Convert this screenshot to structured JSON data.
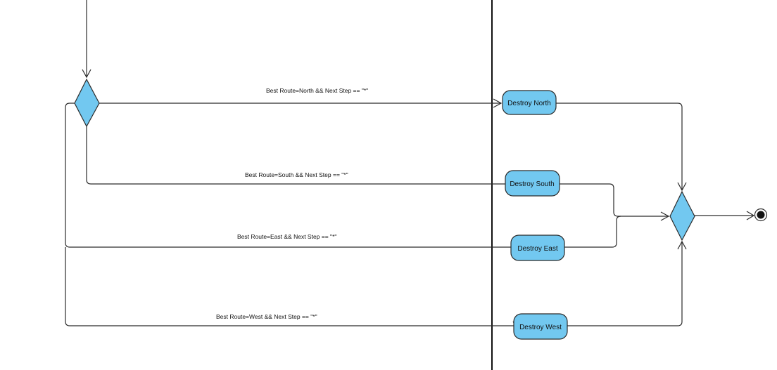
{
  "diagram": {
    "actions": [
      {
        "id": "north",
        "label": "Destroy North"
      },
      {
        "id": "south",
        "label": "Destroy South"
      },
      {
        "id": "east",
        "label": "Destroy East"
      },
      {
        "id": "west",
        "label": "Destroy West"
      }
    ],
    "guards": [
      {
        "id": "north",
        "label": "Best Route=North  && Next Step == \"*\""
      },
      {
        "id": "south",
        "label": "Best Route=South  && Next Step == \"*\""
      },
      {
        "id": "east",
        "label": "Best Route=East  && Next Step == \"*\""
      },
      {
        "id": "west",
        "label": "Best Route=West  && Next Step == \"*\""
      }
    ],
    "colors": {
      "node_fill": "#72c8f0",
      "stroke": "#2b2b2b"
    }
  }
}
